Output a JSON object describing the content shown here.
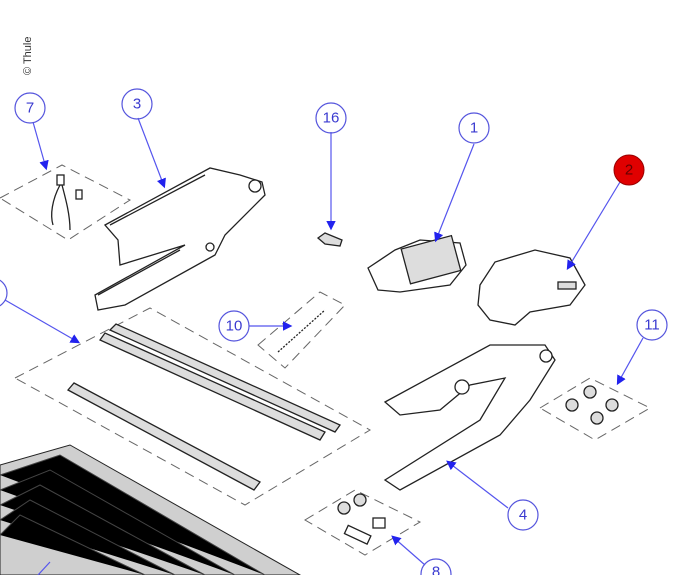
{
  "copyright": "© Thule",
  "callouts": [
    {
      "id": "7",
      "label": "7"
    },
    {
      "id": "3",
      "label": "3"
    },
    {
      "id": "16",
      "label": "16"
    },
    {
      "id": "1",
      "label": "1"
    },
    {
      "id": "2",
      "label": "2",
      "highlighted": true
    },
    {
      "id": "10",
      "label": "10"
    },
    {
      "id": "11",
      "label": "11"
    },
    {
      "id": "4",
      "label": "4"
    },
    {
      "id": "8",
      "label": "8"
    }
  ],
  "colors": {
    "callout": "#3a3ad0",
    "highlight": "#e00000"
  }
}
